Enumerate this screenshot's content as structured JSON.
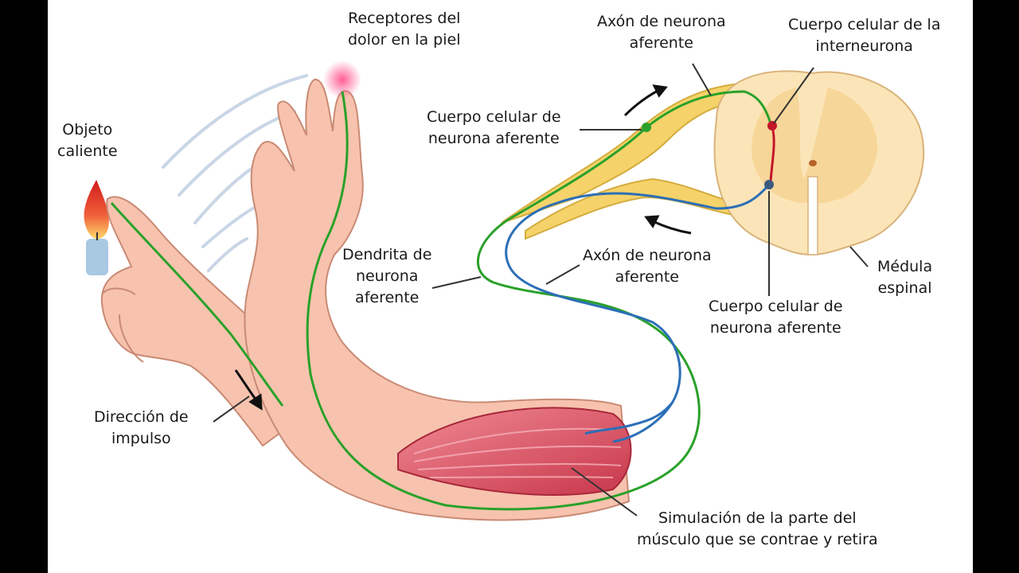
{
  "labels": {
    "objeto": [
      "Objeto",
      "caliente"
    ],
    "receptores": [
      "Receptores del",
      "dolor en la piel"
    ],
    "axon_top": [
      "Axón de neurona",
      "aferente"
    ],
    "cuerpo_inter": [
      "Cuerpo celular de la",
      "interneurona"
    ],
    "cuerpo_aferente_top": [
      "Cuerpo celular de",
      "neurona aferente"
    ],
    "dendrita": [
      "Dendrita de",
      "neurona",
      "aferente"
    ],
    "axon_mid": [
      "Axón de neurona",
      "aferente"
    ],
    "medula": [
      "Médula",
      "espinal"
    ],
    "cuerpo_aferente_bottom": [
      "Cuerpo celular de",
      "neurona aferente"
    ],
    "direccion": [
      "Dirección de",
      "impulso"
    ],
    "simulacion": [
      "Simulación de la parte del",
      "músculo que se contrae y retira"
    ]
  },
  "colors": {
    "afferent_nerve": "#2aa12a",
    "efferent_nerve": "#2c6fb6",
    "nerve_root": "#f5d36a",
    "spinal_cord": "#fbe5b8",
    "skin": "#f7c3ae",
    "muscle": "#d95a6a",
    "interneuron": "#c4162a"
  }
}
